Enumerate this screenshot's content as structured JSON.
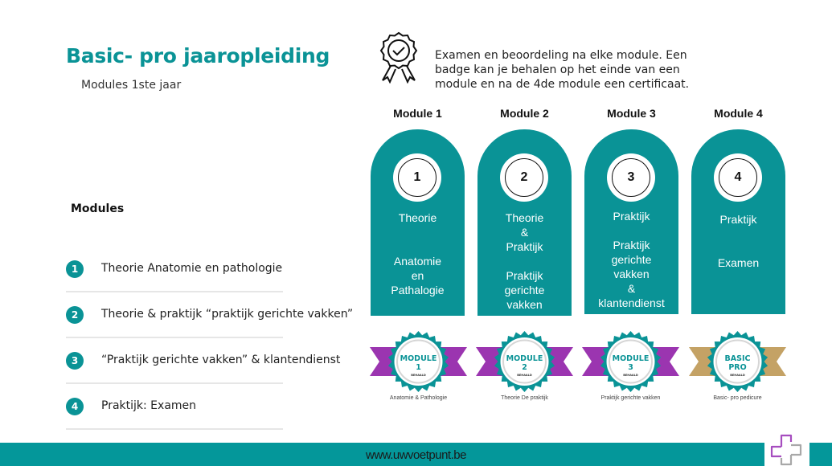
{
  "header": {
    "title": "Basic- pro jaaropleiding",
    "subtitle": "Modules 1ste jaar"
  },
  "intro": {
    "icon": "award-ribbon-icon",
    "text": "Examen en beoordeling na elke module. Een badge kan je behalen op het einde van een module en na de 4de module een certificaat."
  },
  "modules_list": {
    "heading": "Modules",
    "items": [
      {
        "number": "1",
        "text": "Theorie Anatomie en pathologie"
      },
      {
        "number": "2",
        "text": "Theorie & praktijk “praktijk gerichte vakken”"
      },
      {
        "number": "3",
        "text": "“Praktijk gerichte vakken” & klantendienst"
      },
      {
        "number": "4",
        "text": "Praktijk: Examen"
      }
    ]
  },
  "columns": [
    {
      "heading": "Module 1",
      "number": "1",
      "lines": [
        "Theorie",
        "",
        "",
        "Anatomie",
        "en",
        "Pathalogie"
      ]
    },
    {
      "heading": "Module 2",
      "number": "2",
      "lines": [
        "Theorie",
        "&",
        "Praktijk",
        "",
        "Praktijk",
        "gerichte",
        "vakken"
      ]
    },
    {
      "heading": "Module 3",
      "number": "3",
      "lines": [
        "Praktijk",
        "",
        "Praktijk",
        "gerichte",
        "vakken",
        "&",
        "klantendienst"
      ]
    },
    {
      "heading": "Module 4",
      "number": "4",
      "lines": [
        "Praktijk",
        "",
        "",
        "Examen"
      ]
    }
  ],
  "badges": [
    {
      "line1": "MODULE",
      "line2": "1",
      "status": "BEHAALD",
      "caption": "Anatomie & Pathologie",
      "ribbon_color": "#9b35b0"
    },
    {
      "line1": "MODULE",
      "line2": "2",
      "status": "BEHAALD",
      "caption": "Theorie De praktijk",
      "ribbon_color": "#9b35b0"
    },
    {
      "line1": "MODULE",
      "line2": "3",
      "status": "BEHAALD",
      "caption": "Praktijk gerichte vakken",
      "ribbon_color": "#9b35b0"
    },
    {
      "line1": "BASIC",
      "line2": "PRO",
      "status": "BEHAALD",
      "caption": "Basic- pro pedicure",
      "ribbon_color": "#c4a265"
    }
  ],
  "footer": {
    "url": "www.uwvoetpunt.be"
  },
  "colors": {
    "accent": "#0a9396",
    "footer": "#04979a",
    "purple": "#9b35b0",
    "gold": "#c4a265"
  }
}
